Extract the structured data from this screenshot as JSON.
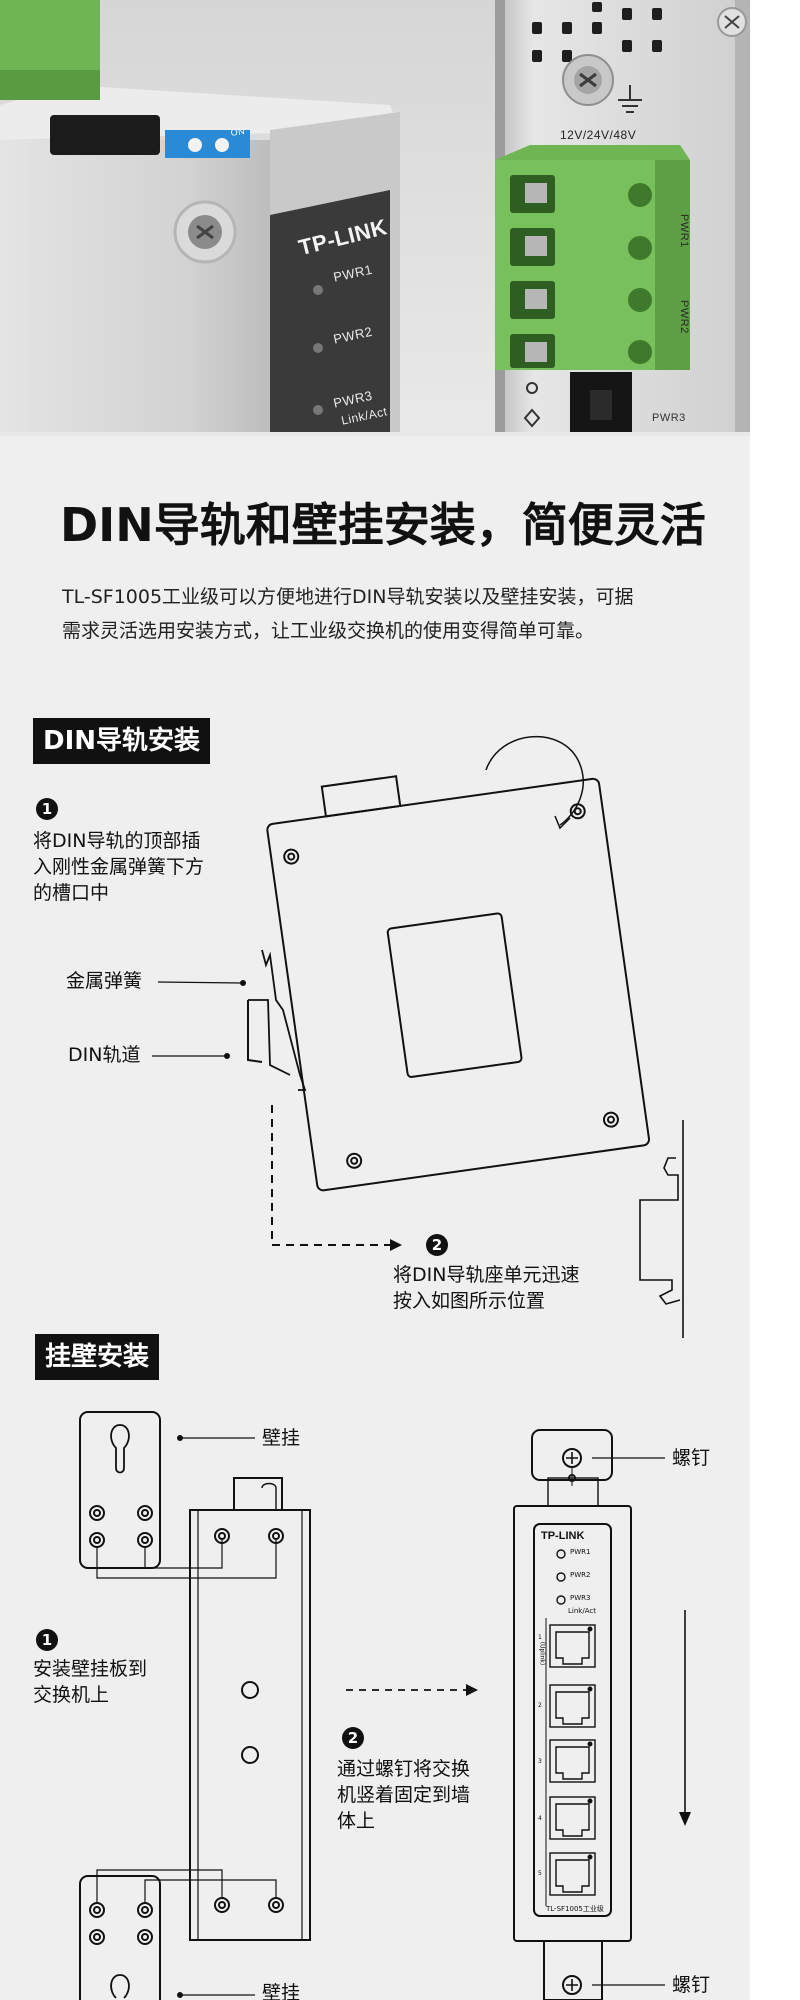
{
  "hero": {
    "brand": "TP-LINK",
    "leds": [
      "PWR1",
      "PWR2",
      "PWR3",
      "Link/Act"
    ],
    "voltage": "12V/24V/48V",
    "terminal_labels": [
      "PWR1",
      "PWR2"
    ],
    "pwr3_label": "PWR3",
    "dip_label": "ON"
  },
  "section_title": "DIN导轨和壁挂安装，简便灵活",
  "intro": {
    "line1": "TL-SF1005工业级可以方便地进行DIN导轨安装以及壁挂安装，可据",
    "line2": "需求灵活选用安装方式，让工业级交换机的使用变得简单可靠。"
  },
  "din": {
    "tag": "DIN导轨安装",
    "step1_num": "1",
    "step1_lines": [
      "将DIN导轨的顶部插",
      "入刚性金属弹簧下方",
      "的槽口中"
    ],
    "spring_label": "金属弹簧",
    "rail_label": "DIN轨道",
    "step2_num": "2",
    "step2_lines": [
      "将DIN导轨座单元迅速",
      "按入如图所示位置"
    ]
  },
  "wall": {
    "tag": "挂壁安装",
    "bracket_label": "壁挂",
    "bracket_label_bottom": "壁挂",
    "screw_label": "螺钉",
    "screw_label_bottom": "螺钉",
    "step1_num": "1",
    "step1_lines": [
      "安装壁挂板到",
      "交换机上"
    ],
    "step2_num": "2",
    "step2_lines": [
      "通过螺钉将交换",
      "机竖着固定到墙",
      "体上"
    ],
    "device_brand": "TP-LINK",
    "device_leds": [
      "PWR1",
      "PWR2",
      "PWR3"
    ],
    "device_link": "Link/Act",
    "port_numbers": [
      "1",
      "2",
      "3",
      "4",
      "5"
    ],
    "port1_suffix": "(Uplink)",
    "device_model": "TL-SF1005工业级"
  },
  "colors": {
    "background": "#efefef",
    "tag_bg": "#111111",
    "terminal_green": "#6fb553",
    "dip_blue": "#2a8ad6",
    "metal": "#cfcfcf"
  }
}
